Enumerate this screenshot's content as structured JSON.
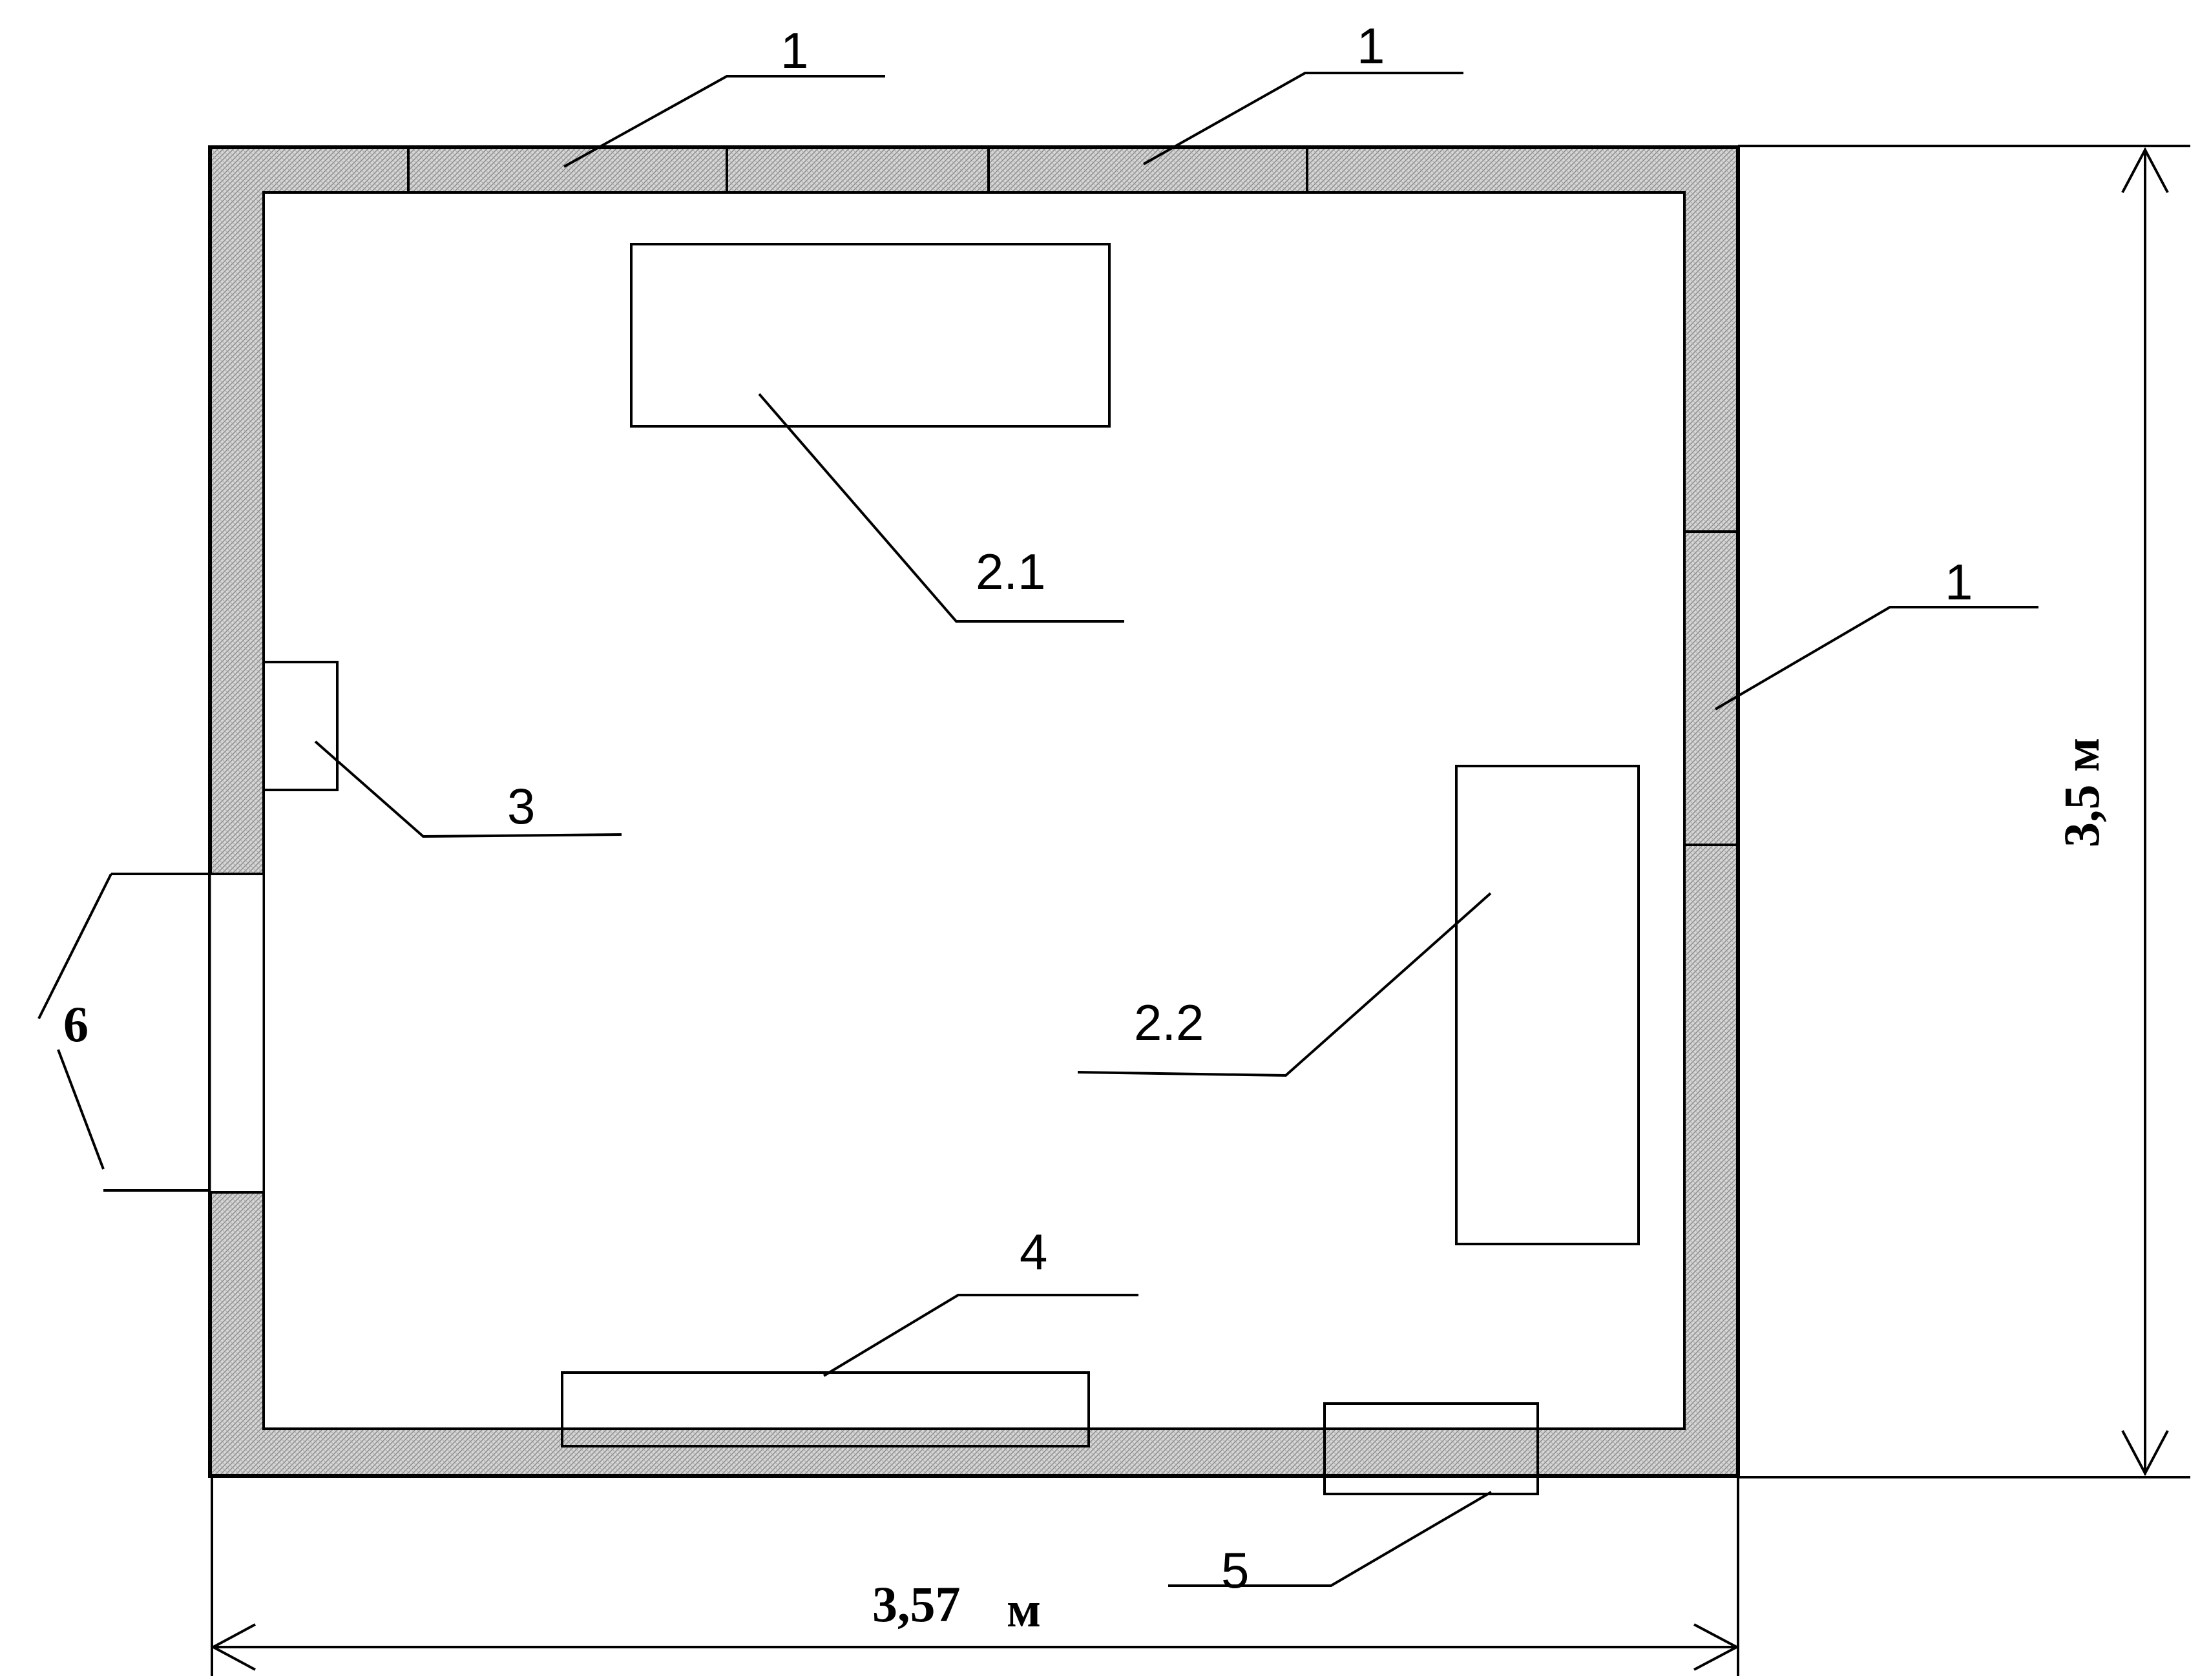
{
  "labels": {
    "window": "1",
    "table_1": "2.1",
    "table_2": "2.2",
    "cabinet": "3",
    "shelf": "4",
    "radiator": "5",
    "door": "6"
  },
  "dimensions": {
    "width": "3,57",
    "width_unit": "м",
    "height": "3,5  м"
  },
  "colors": {
    "wall_hatch": "#c8c8c8",
    "radiator_fill": "#c0c0c0",
    "line": "#000000"
  }
}
